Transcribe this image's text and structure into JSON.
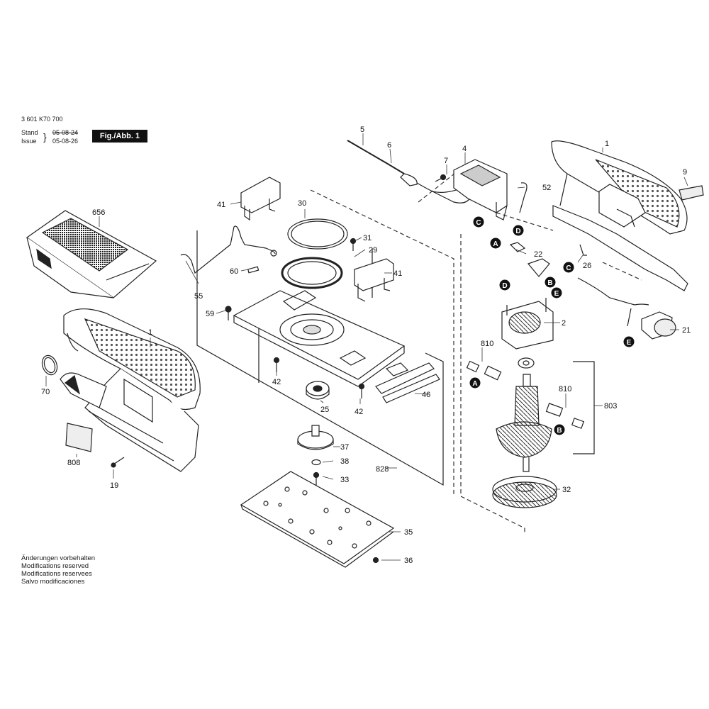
{
  "header": {
    "part_number": "3 601 K70 700",
    "stand_label": "Stand",
    "issue_label": "Issue",
    "stand_date": "05-08-24",
    "issue_date": "05-08-26",
    "figure_badge": "Fig./Abb. 1"
  },
  "notes": [
    "Änderungen vorbehalten",
    "Modifications reserved",
    "Modifications reservees",
    "Salvo modificaciones"
  ],
  "part_labels": {
    "p1a": "1",
    "p1b": "1",
    "p2": "2",
    "p4": "4",
    "p5": "5",
    "p6": "6",
    "p7": "7",
    "p9": "9",
    "p19": "19",
    "p21": "21",
    "p22": "22",
    "p25": "25",
    "p26": "26",
    "p29": "29",
    "p30": "30",
    "p31": "31",
    "p32": "32",
    "p33": "33",
    "p35": "35",
    "p36": "36",
    "p37": "37",
    "p38": "38",
    "p41a": "41",
    "p41b": "41",
    "p42a": "42",
    "p42b": "42",
    "p46": "46",
    "p52": "52",
    "p55": "55",
    "p59": "59",
    "p60": "60",
    "p70": "70",
    "p656": "656",
    "p803": "803",
    "p808": "808",
    "p810a": "810",
    "p810b": "810",
    "p828": "828"
  },
  "connectors": {
    "c1": "C",
    "c2": "D",
    "c3": "A",
    "c4": "B",
    "c5": "C",
    "c6": "D",
    "c7": "E",
    "c8": "E",
    "c9": "A",
    "c10": "B"
  }
}
